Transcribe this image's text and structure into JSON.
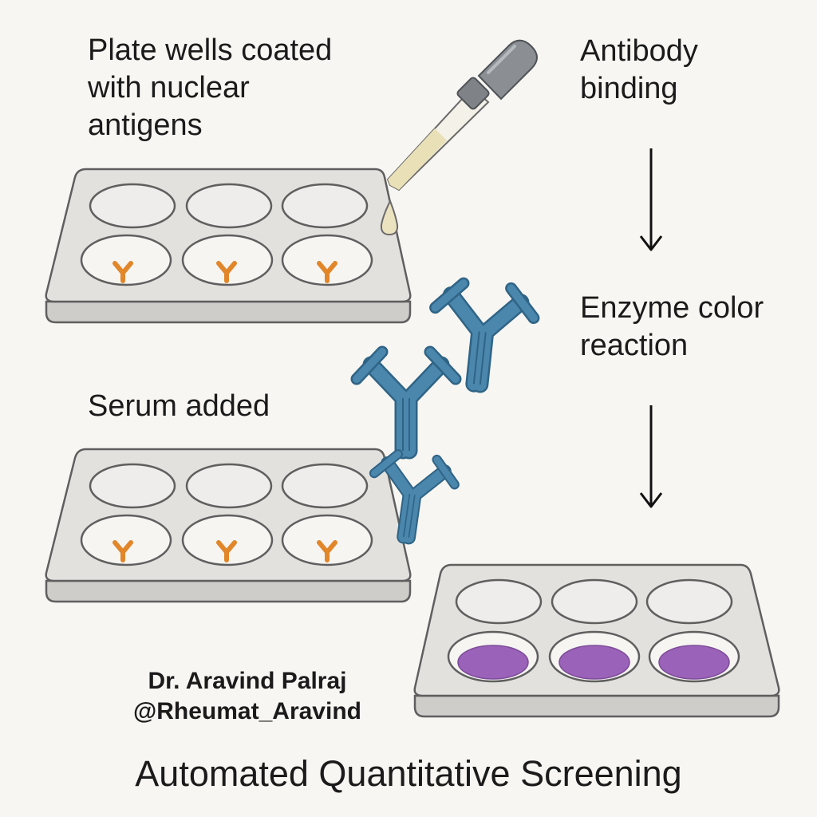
{
  "labels": {
    "plate_coated": "Plate wells coated\nwith nuclear\nantigens",
    "serum_added": "Serum added",
    "antibody_binding": "Antibody\nbinding",
    "enzyme_reaction": "Enzyme color\nreaction"
  },
  "credit": {
    "name": "Dr. Aravind Palraj",
    "handle": "@Rheumat_Aravind"
  },
  "footer": {
    "title": "Automated Quantitative Screening"
  },
  "colors": {
    "background": "#f8f6f2",
    "plate": "#e3e1de",
    "plate_outline": "#5f5f5f",
    "antigen": "#e2862a",
    "antibody": "#4b86ac",
    "serum": "#ebe2bf",
    "reaction": "#9a62b8",
    "arrow": "#111111"
  },
  "icons": [
    "dropper-icon",
    "antibody-icon",
    "antigen-icon",
    "down-arrow-icon"
  ]
}
